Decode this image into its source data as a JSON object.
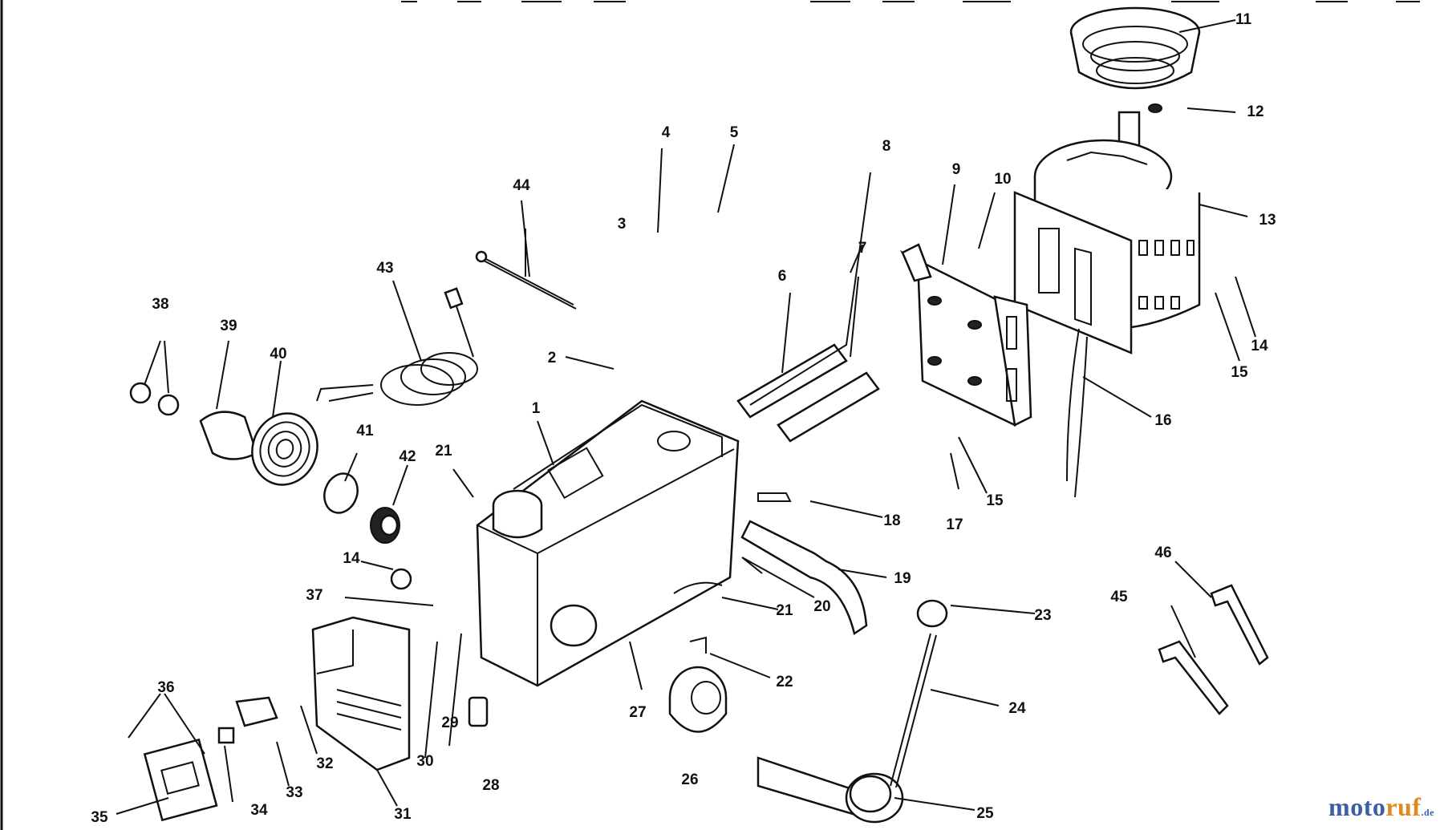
{
  "diagram": {
    "labels": [
      "1",
      "2",
      "3",
      "4",
      "5",
      "6",
      "7",
      "8",
      "9",
      "10",
      "11",
      "12",
      "13",
      "14",
      "15",
      "16",
      "17",
      "18",
      "19",
      "20",
      "21",
      "22",
      "23",
      "24",
      "25",
      "26",
      "27",
      "28",
      "29",
      "30",
      "31",
      "32",
      "33",
      "34",
      "35",
      "36",
      "37",
      "38",
      "39",
      "40",
      "41",
      "42",
      "43",
      "44",
      "45",
      "46"
    ],
    "icons": [
      "pulley-icon",
      "motor-icon",
      "bracket-icon",
      "head-casting-icon",
      "shaft-icon",
      "cord-icon",
      "switch-icon",
      "collar-icon",
      "hex-key-icon",
      "knob-icon",
      "spindle-icon",
      "handle-icon"
    ],
    "line_color": "#111111"
  },
  "watermark": {
    "part1": "moto",
    "part2": "ruf",
    "tld": ".de"
  }
}
